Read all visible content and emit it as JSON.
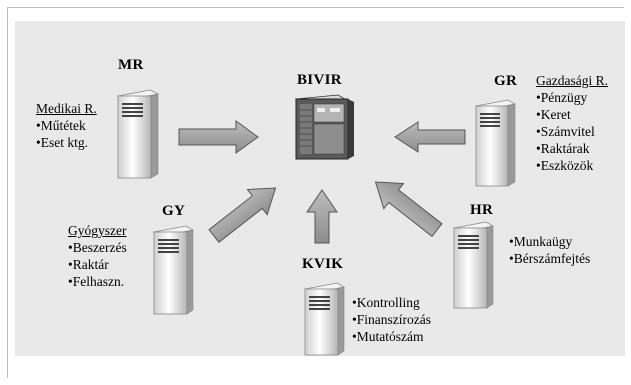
{
  "center": {
    "label": "BIVIR"
  },
  "nodes": {
    "mr": {
      "label": "MR",
      "heading": "Medikai R.",
      "items": [
        "•Műtétek",
        "•Eset ktg."
      ]
    },
    "gr": {
      "label": "GR",
      "heading": "Gazdasági R.",
      "items": [
        "•Pénzügy",
        "•Keret",
        "•Számvitel",
        "•Raktárak",
        "•Eszközök"
      ]
    },
    "gy": {
      "label": "GY",
      "heading": "Gyógyszer",
      "items": [
        "•Beszerzés",
        "•Raktár",
        "•Felhaszn."
      ]
    },
    "hr": {
      "label": "HR",
      "heading": "",
      "items": [
        "•Munkaügy",
        "•Bérszámfejtés"
      ]
    },
    "kvik": {
      "label": "KVIK",
      "heading": "",
      "items": [
        "•Kontrolling",
        "•Finanszírozás",
        "•Mutatószám"
      ]
    }
  }
}
